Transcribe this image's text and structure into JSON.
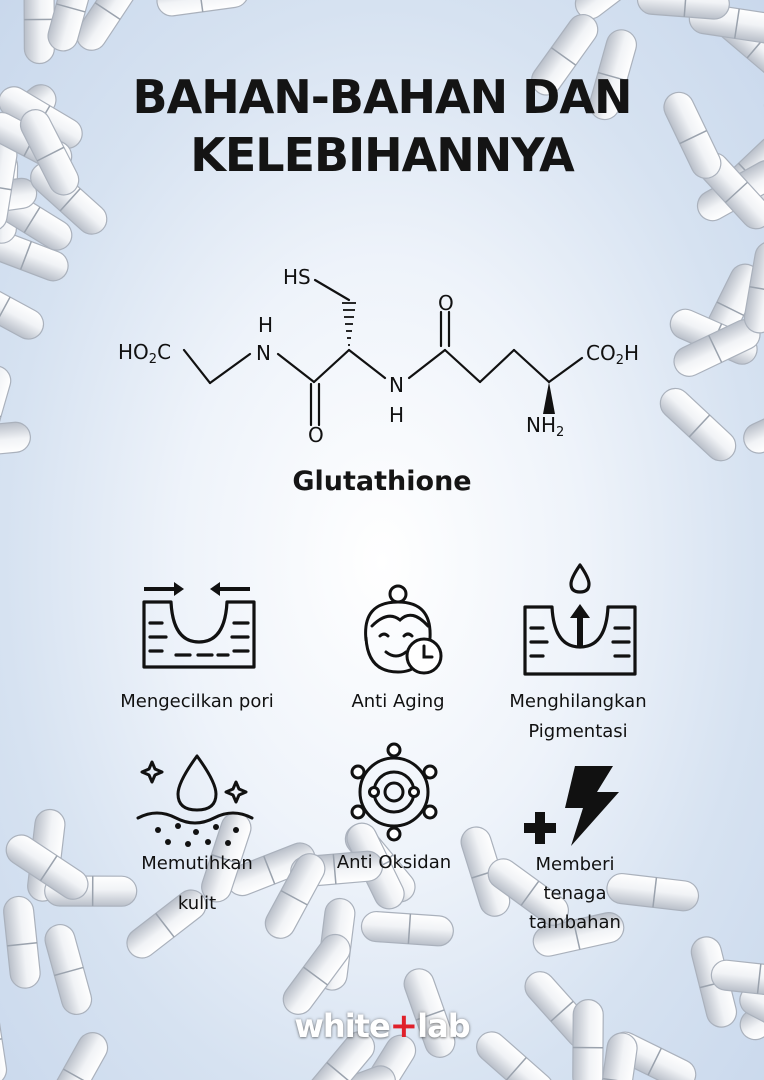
{
  "title": {
    "line1": "BAHAN-BAHAN DAN",
    "line2": "KELEBIHANNYA"
  },
  "molecule": {
    "name": "Glutathione",
    "labels": {
      "sh": "HS",
      "ho2c_main": "HO",
      "ho2c_sub": "2",
      "ho2c_end": "C",
      "co2h_main": "CO",
      "co2h_sub": "2",
      "co2h_end": "H",
      "nh2_main": "NH",
      "nh2_sub": "2",
      "h": "H",
      "n": "N",
      "o": "O"
    }
  },
  "benefits": [
    {
      "label": "Mengecilkan pori",
      "icon": "pore-shrink-icon"
    },
    {
      "label": "Anti Aging",
      "icon": "face-clock-icon"
    },
    {
      "label": "Menghilangkan Pigmentasi",
      "line1": "Menghilangkan",
      "line2": "Pigmentasi",
      "icon": "pigment-extract-icon"
    },
    {
      "label": "Memutihkan kulit",
      "line1": "Memutihkan",
      "line2": "kulit",
      "icon": "skin-drop-sparkle-icon"
    },
    {
      "label": "Anti Oksidan",
      "icon": "atom-icon"
    },
    {
      "label": "Memberi tenaga tambahan",
      "line1": "Memberi",
      "line2": "tenaga",
      "line3": "tambahan",
      "icon": "plus-bolt-icon"
    }
  ],
  "brand": {
    "part1": "white",
    "plus": "+",
    "part2": "lab"
  },
  "colors": {
    "accent": "#e0202a",
    "text": "#141414",
    "background": "#d6e2f1"
  }
}
